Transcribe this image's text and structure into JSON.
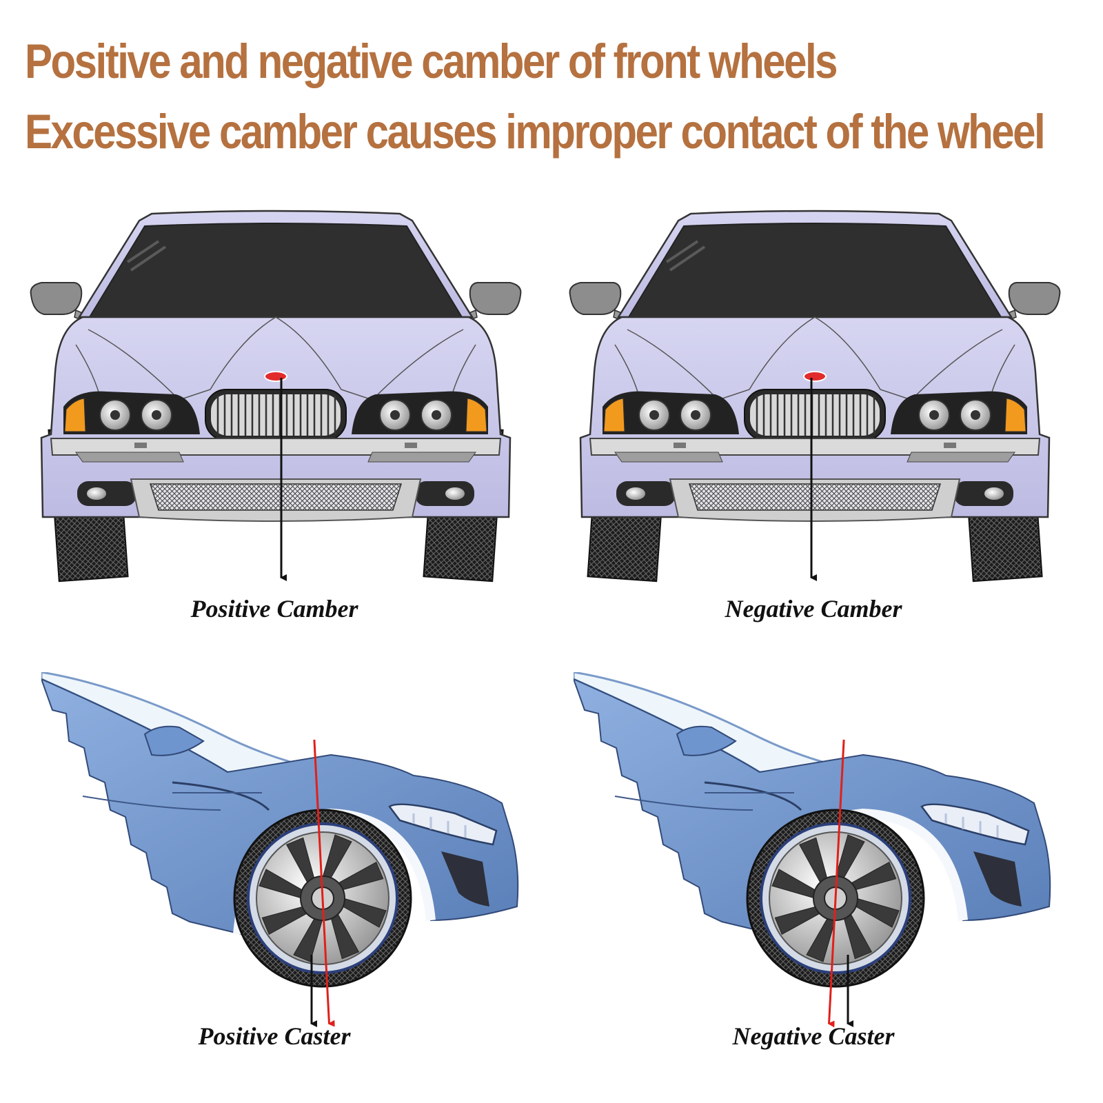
{
  "header": {
    "line1": "Positive and negative camber of front wheels",
    "line2": "Excessive camber causes improper contact of the wheel"
  },
  "labels": {
    "positive_camber": "Positive Camber",
    "negative_camber": "Negative Camber",
    "positive_caster": "Positive Caster",
    "negative_caster": "Negative Caster"
  },
  "camber": {
    "positive_tilt_deg": 4,
    "negative_tilt_deg": -4
  },
  "caster": {
    "positive_tilt_deg": 3,
    "negative_tilt_deg": -3
  },
  "colors": {
    "headline": "#b5713f",
    "car_body": "#c9c8e9",
    "windshield": "#2f2f2f",
    "tire": "#1e1e1e",
    "fender": "#6e93cc",
    "vertical_axis": "#111111",
    "steering_axis": "#e0201a"
  }
}
